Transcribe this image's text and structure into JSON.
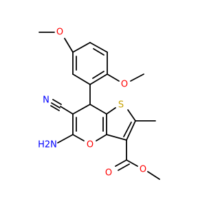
{
  "molecule": {
    "atoms": {
      "O_methoxy_top": {
        "symbol": "O",
        "color": "#ff0000"
      },
      "O_methoxy_right": {
        "symbol": "O",
        "color": "#ff0000"
      },
      "S_ring": {
        "symbol": "S",
        "color": "#c6a100"
      },
      "N_nitrile": {
        "symbol": "N",
        "color": "#0000ff"
      },
      "O_pyran": {
        "symbol": "O",
        "color": "#ff0000"
      },
      "N_amino": {
        "symbol": "H2N",
        "color": "#0000ff"
      },
      "O_ester_carbonyl": {
        "symbol": "O",
        "color": "#ff0000"
      },
      "O_ester_link": {
        "symbol": "O",
        "color": "#ff0000"
      }
    }
  }
}
